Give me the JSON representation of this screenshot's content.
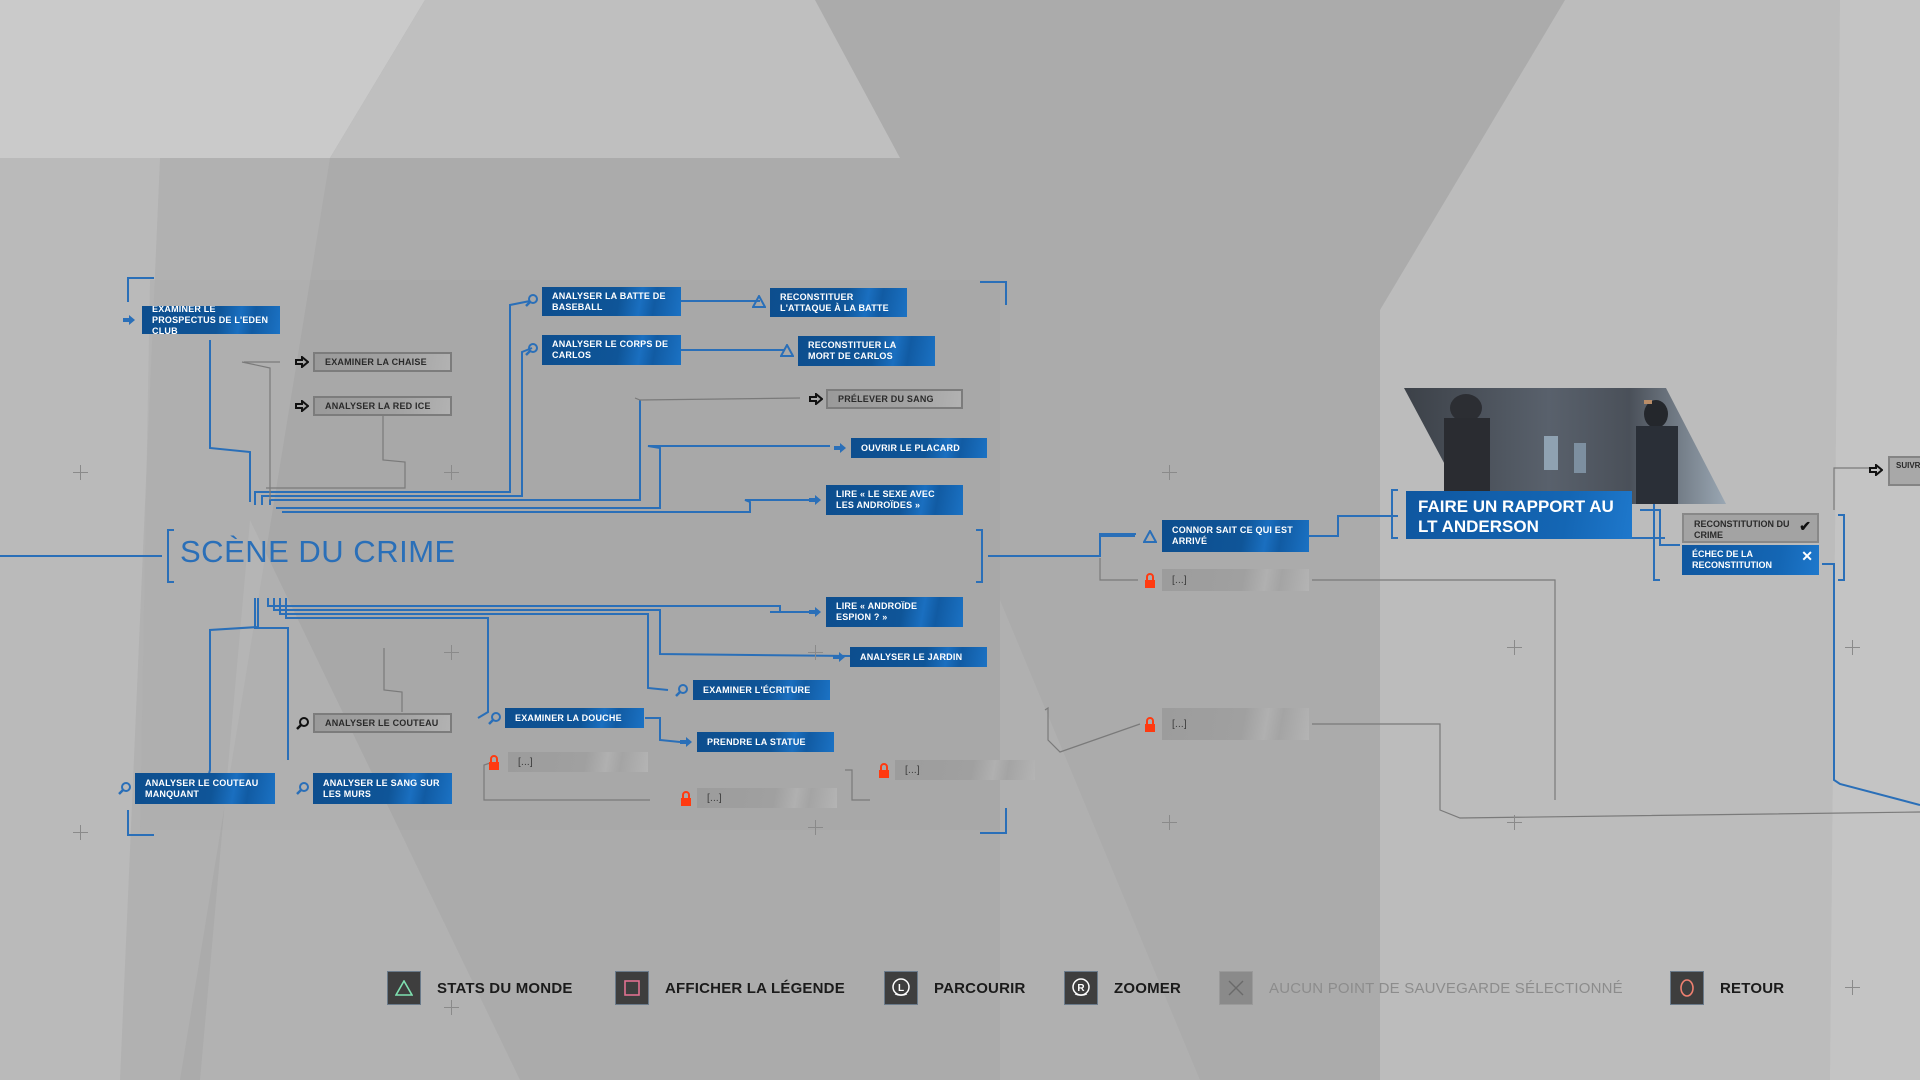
{
  "chapter": {
    "title": "SCÈNE DU CRIME"
  },
  "nodes_top": [
    {
      "id": "prospectus",
      "label": "EXAMINER LE PROSPECTUS DE L'EDEN CLUB",
      "state": "completed",
      "icon": "arrow-right-icon"
    },
    {
      "id": "chaise",
      "label": "EXAMINER LA CHAISE",
      "state": "available",
      "icon": "arrow-right-icon"
    },
    {
      "id": "redice",
      "label": "ANALYSER LA RED ICE",
      "state": "available",
      "icon": "arrow-right-icon"
    },
    {
      "id": "batte",
      "label": "ANALYSER LA BATTE DE BASEBALL",
      "state": "completed",
      "icon": "magnifier-icon"
    },
    {
      "id": "attaque",
      "label": "RECONSTITUER L'ATTAQUE À LA BATTE",
      "state": "completed",
      "icon": "triangle-icon"
    },
    {
      "id": "corps",
      "label": "ANALYSER LE CORPS DE CARLOS",
      "state": "completed",
      "icon": "magnifier-icon"
    },
    {
      "id": "mort",
      "label": "RECONSTITUER LA MORT DE CARLOS",
      "state": "completed",
      "icon": "triangle-icon"
    },
    {
      "id": "sang",
      "label": "PRÉLEVER DU SANG",
      "state": "available",
      "icon": "arrow-right-icon"
    },
    {
      "id": "placard",
      "label": "OUVRIR LE PLACARD",
      "state": "completed",
      "icon": "arrow-right-icon"
    },
    {
      "id": "sexe",
      "label": "LIRE « LE SEXE AVEC LES ANDROÏDES »",
      "state": "completed",
      "icon": "arrow-right-icon"
    }
  ],
  "nodes_bottom": [
    {
      "id": "espion",
      "label": "LIRE « ANDROÏDE ESPION ? »",
      "state": "completed",
      "icon": "arrow-right-icon"
    },
    {
      "id": "jardin",
      "label": "ANALYSER LE JARDIN",
      "state": "completed",
      "icon": "arrow-right-icon"
    },
    {
      "id": "ecriture",
      "label": "EXAMINER L'ÉCRITURE",
      "state": "completed",
      "icon": "magnifier-icon"
    },
    {
      "id": "douche",
      "label": "EXAMINER LA DOUCHE",
      "state": "completed",
      "icon": "magnifier-icon"
    },
    {
      "id": "statue",
      "label": "PRENDRE LA STATUE",
      "state": "completed",
      "icon": "arrow-right-icon"
    },
    {
      "id": "couteau",
      "label": "ANALYSER LE COUTEAU",
      "state": "available",
      "icon": "magnifier-icon"
    },
    {
      "id": "manquant",
      "label": "ANALYSER LE COUTEAU MANQUANT",
      "state": "completed",
      "icon": "magnifier-icon"
    },
    {
      "id": "murs",
      "label": "ANALYSER LE SANG SUR LES MURS",
      "state": "completed",
      "icon": "magnifier-icon"
    },
    {
      "id": "lock1",
      "label": "[...]",
      "state": "locked",
      "icon": "lock-icon"
    },
    {
      "id": "lock2",
      "label": "[...]",
      "state": "locked",
      "icon": "lock-icon"
    },
    {
      "id": "lock3",
      "label": "[...]",
      "state": "locked",
      "icon": "lock-icon"
    }
  ],
  "nodes_right": [
    {
      "id": "connor",
      "label": "CONNOR SAIT CE QUI EST ARRIVÉ",
      "state": "completed",
      "icon": "triangle-icon"
    },
    {
      "id": "lock4",
      "label": "[...]",
      "state": "locked",
      "icon": "lock-icon"
    },
    {
      "id": "lock5",
      "label": "[...]",
      "state": "locked",
      "icon": "lock-icon"
    }
  ],
  "report": {
    "label": "FAIRE UN RAPPORT AU LT ANDERSON"
  },
  "outcomes": [
    {
      "label": "RECONSTITUTION DU CRIME",
      "mark": "✔",
      "state": "success"
    },
    {
      "label": "ÉCHEC DE LA RECONSTITUTION",
      "mark": "✕",
      "state": "failed"
    }
  ],
  "partial_next": {
    "label": "SUIVRE JUSQ"
  },
  "footer": [
    {
      "id": "stats",
      "label": "STATS DU MONDE",
      "icon": "triangle-button-icon",
      "color": "#7fe0b0",
      "enabled": true
    },
    {
      "id": "legende",
      "label": "AFFICHER LA LÉGENDE",
      "icon": "square-button-icon",
      "color": "#e07090",
      "enabled": true
    },
    {
      "id": "parcourir",
      "label": "PARCOURIR",
      "icon": "left-stick-icon",
      "color": "#ffffff",
      "enabled": true
    },
    {
      "id": "zoomer",
      "label": "ZOOMER",
      "icon": "right-stick-icon",
      "color": "#ffffff",
      "enabled": true
    },
    {
      "id": "sauvegarde",
      "label": "AUCUN POINT DE SAUVEGARDE SÉLECTIONNÉ",
      "icon": "cross-button-icon",
      "color": "#6a6a6a",
      "enabled": false
    },
    {
      "id": "retour",
      "label": "RETOUR",
      "icon": "circle-button-icon",
      "color": "#f08070",
      "enabled": true
    }
  ],
  "colors": {
    "accent": "#1563ad",
    "lock": "#ff3a10",
    "wire_blue": "#2a6fb8",
    "wire_gray": "#7a7a7a"
  }
}
